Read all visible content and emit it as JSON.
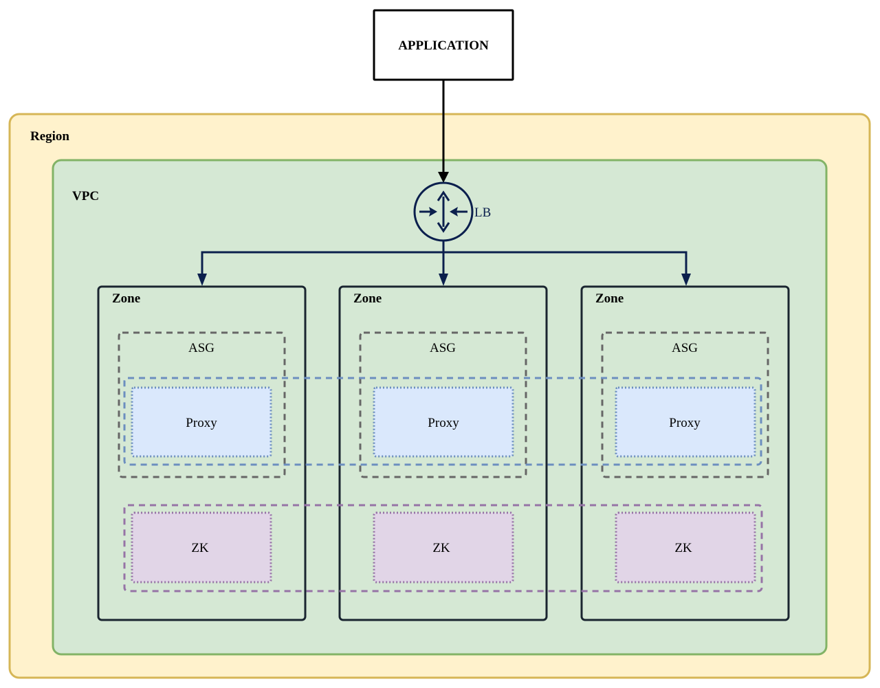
{
  "diagram": {
    "application": {
      "label": "APPLICATION"
    },
    "region": {
      "label": "Region"
    },
    "vpc": {
      "label": "VPC"
    },
    "load_balancer": {
      "label": "LB",
      "icon": "load-balancer-icon"
    },
    "zones": [
      {
        "label": "Zone",
        "asg_label": "ASG",
        "proxy_label": "Proxy",
        "zk_label": "ZK"
      },
      {
        "label": "Zone",
        "asg_label": "ASG",
        "proxy_label": "Proxy",
        "zk_label": "ZK"
      },
      {
        "label": "Zone",
        "asg_label": "ASG",
        "proxy_label": "Proxy",
        "zk_label": "ZK"
      }
    ],
    "colors": {
      "region_fill": "#fff2cc",
      "region_stroke": "#d6b656",
      "vpc_fill": "#d5e8d4",
      "vpc_stroke": "#82b366",
      "zone_stroke": "#1a2530",
      "asg_stroke": "#666666",
      "proxy_fill": "#dae8fc",
      "proxy_stroke": "#6c8ebf",
      "zk_fill": "#e1d5e7",
      "zk_stroke": "#9673a6",
      "lb_stroke": "#0b1f4d"
    },
    "edges": [
      {
        "from": "application",
        "to": "load_balancer"
      },
      {
        "from": "load_balancer",
        "to": "zone-1"
      },
      {
        "from": "load_balancer",
        "to": "zone-2"
      },
      {
        "from": "load_balancer",
        "to": "zone-3"
      }
    ]
  }
}
